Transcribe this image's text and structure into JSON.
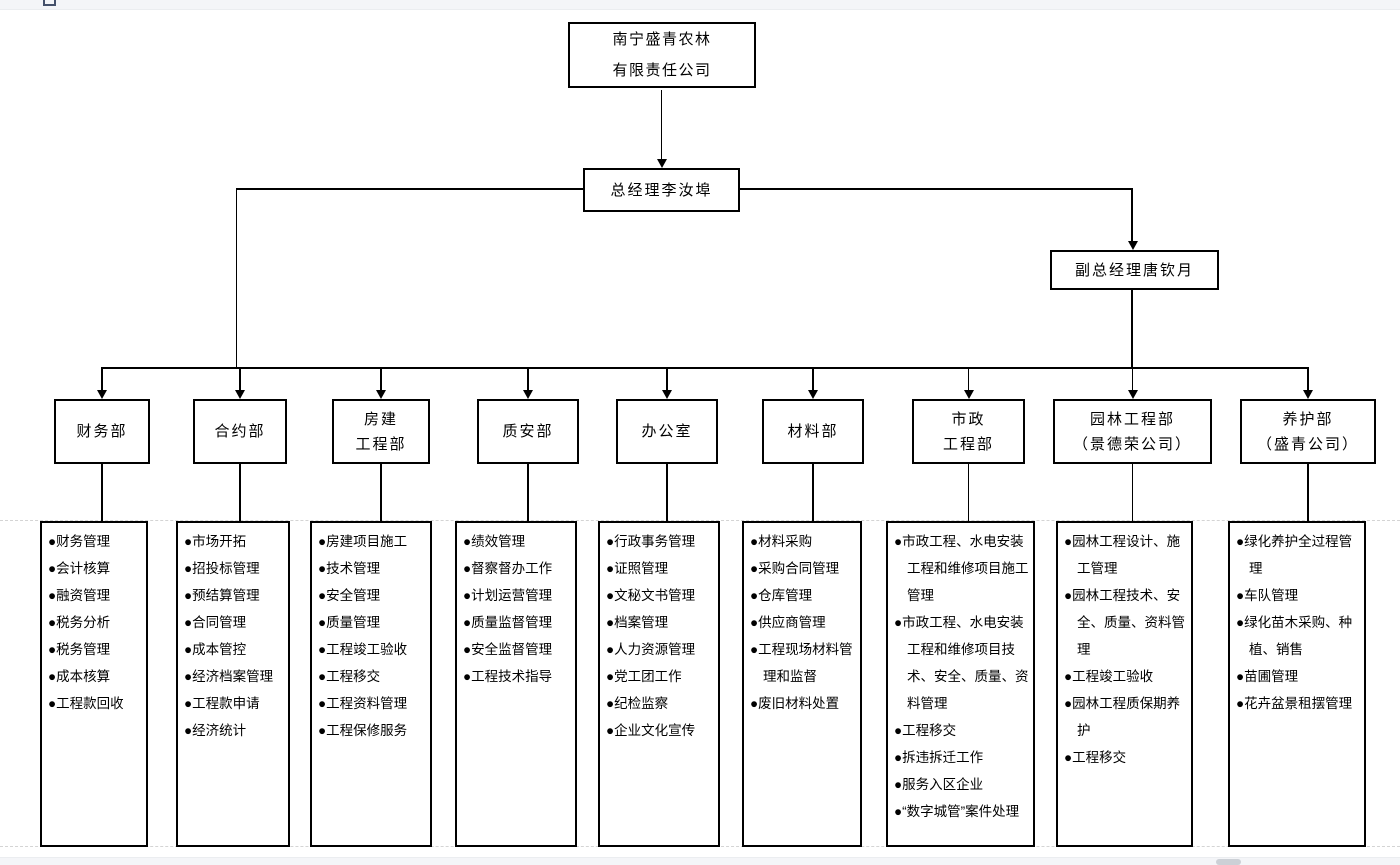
{
  "chrome": {
    "top_left_icon": "window-outline-icon",
    "scrollbar_thumb": "horizontal-scrollbar-thumb"
  },
  "org_chart": {
    "bullet": "●",
    "root": {
      "lines": [
        "南宁盛青农林",
        "有限责任公司"
      ]
    },
    "general_manager": {
      "label": "总经理李汝埠"
    },
    "deputy_general_manager": {
      "label": "副总经理唐钦月"
    },
    "departments": [
      {
        "name_lines": [
          "财务部"
        ],
        "duties": [
          "财务管理",
          "会计核算",
          "融资管理",
          "税务分析",
          "税务管理",
          "成本核算",
          "工程款回收"
        ]
      },
      {
        "name_lines": [
          "合约部"
        ],
        "duties": [
          "市场开拓",
          "招投标管理",
          "预结算管理",
          "合同管理",
          "成本管控",
          "经济档案管理",
          "工程款申请",
          "经济统计"
        ]
      },
      {
        "name_lines": [
          "房建",
          "工程部"
        ],
        "duties": [
          "房建项目施工",
          "技术管理",
          "安全管理",
          "质量管理",
          "工程竣工验收",
          "工程移交",
          "工程资料管理",
          "工程保修服务"
        ]
      },
      {
        "name_lines": [
          "质安部"
        ],
        "duties": [
          "绩效管理",
          "督察督办工作",
          "计划运营管理",
          "质量监督管理",
          "安全监督管理",
          "工程技术指导"
        ]
      },
      {
        "name_lines": [
          "办公室"
        ],
        "duties": [
          "行政事务管理",
          "证照管理",
          "文秘文书管理",
          "档案管理",
          "人力资源管理",
          "党工团工作",
          "纪检监察",
          "企业文化宣传"
        ]
      },
      {
        "name_lines": [
          "材料部"
        ],
        "duties": [
          "材料采购",
          "采购合同管理",
          "仓库管理",
          "供应商管理",
          "工程现场材料管理和监督",
          "废旧材料处置"
        ]
      },
      {
        "name_lines": [
          "市政",
          "工程部"
        ],
        "duties": [
          "市政工程、水电安装工程和维修项目施工管理",
          "市政工程、水电安装工程和维修项目技术、安全、质量、资料管理",
          "工程移交",
          "拆违拆迁工作",
          "服务入区企业",
          "“数字城管”案件处理"
        ]
      },
      {
        "name_lines": [
          "园林工程部",
          "（景德荣公司）"
        ],
        "duties": [
          "园林工程设计、施工管理",
          "园林工程技术、安全、质量、资料管理",
          "工程竣工验收",
          "园林工程质保期养护",
          "工程移交"
        ]
      },
      {
        "name_lines": [
          "养护部",
          "（盛青公司）"
        ],
        "duties": [
          "绿化养护全过程管理",
          "车队管理",
          "绿化苗木采购、种植、销售",
          "苗圃管理",
          "花卉盆景租摆管理"
        ]
      }
    ]
  }
}
